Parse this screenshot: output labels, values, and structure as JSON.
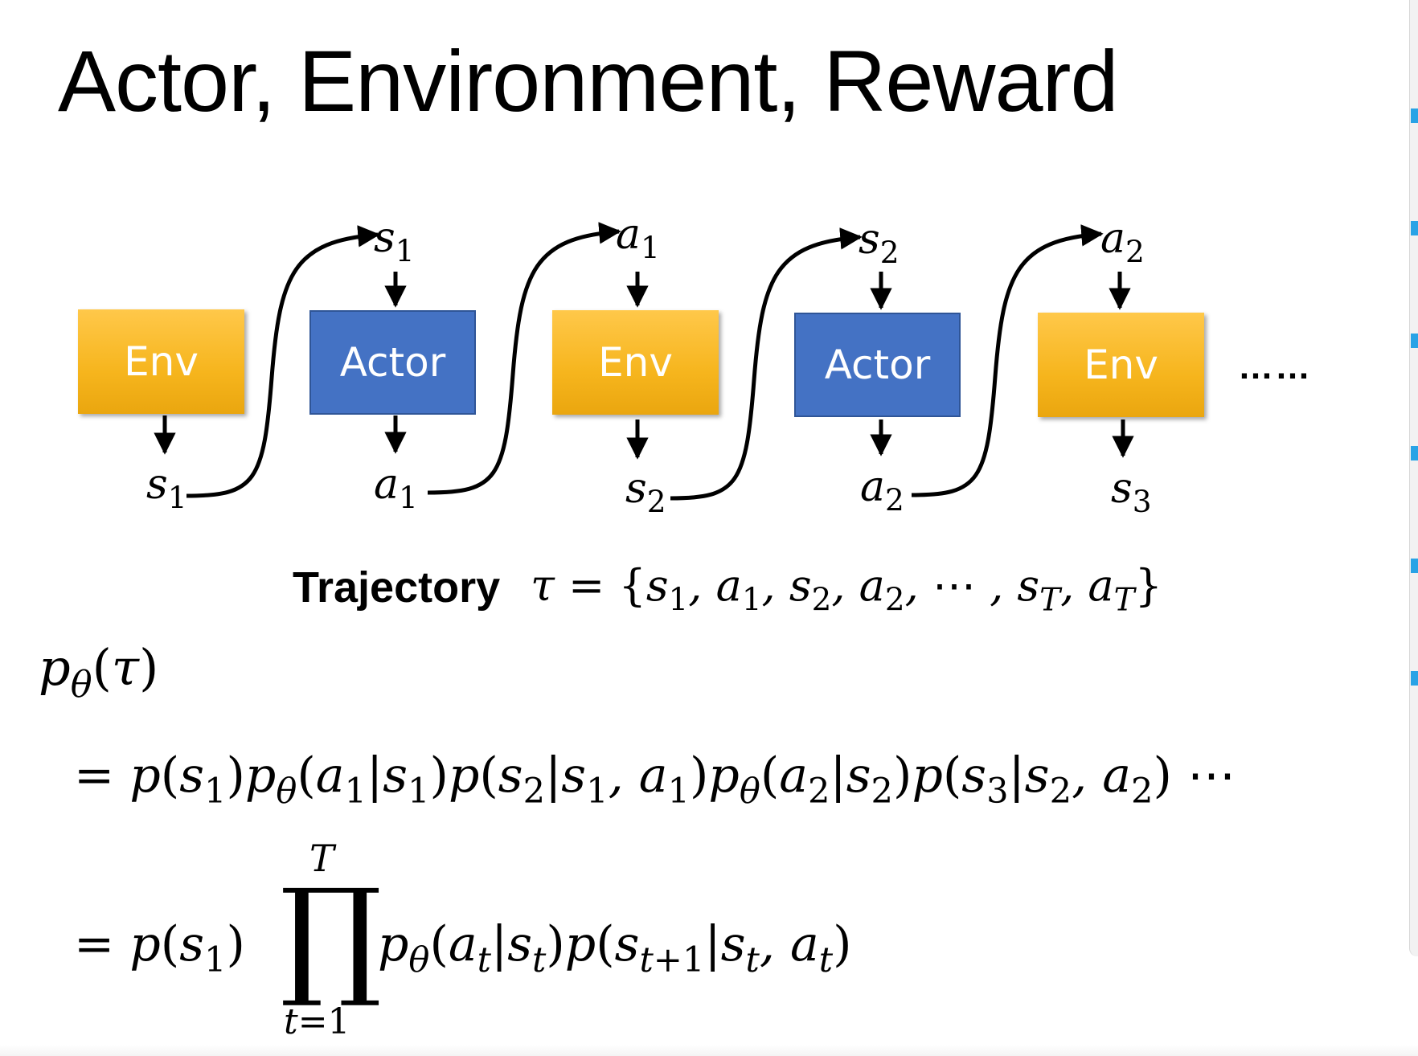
{
  "title": "Actor, Environment, Reward",
  "boxes": {
    "b1": "Env",
    "b2": "Actor",
    "b3": "Env",
    "b4": "Actor",
    "b5": "Env"
  },
  "ellipsis": "……",
  "trajectory_label": "Trajectory",
  "colors": {
    "env_box": "#f6b51d",
    "actor_box": "#4472c4",
    "box_text": "#ffffff",
    "arrows": "#000000",
    "edge_marker": "#29a3e6"
  },
  "icons": [
    "curved-arrow-icon",
    "down-arrow-icon"
  ]
}
